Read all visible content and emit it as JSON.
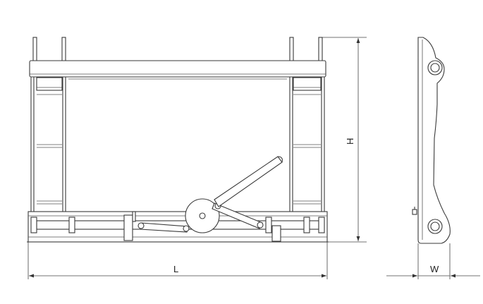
{
  "drawing": {
    "dimensions": {
      "length_label": "L",
      "height_label": "H",
      "width_label": "W"
    }
  }
}
